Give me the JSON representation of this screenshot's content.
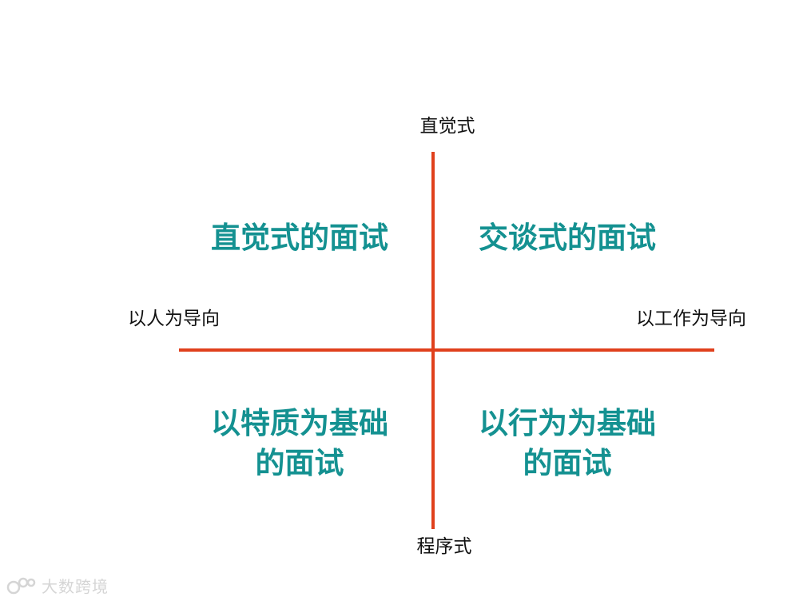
{
  "axes": {
    "top": "直觉式",
    "bottom": "程序式",
    "left": "以人为导向",
    "right": "以工作为导向"
  },
  "quadrants": {
    "top_left": [
      "直觉式的面试"
    ],
    "top_right": [
      "交谈式的面试"
    ],
    "bottom_left": [
      "以特质为基础",
      "的面试"
    ],
    "bottom_right": [
      "以行为为基础",
      "的面试"
    ]
  },
  "watermark": {
    "text": "大数跨境",
    "icon": "logo-icon"
  },
  "colors": {
    "axis": "#e0401c",
    "quadrant_text": "#149191",
    "axis_text": "#111111"
  }
}
